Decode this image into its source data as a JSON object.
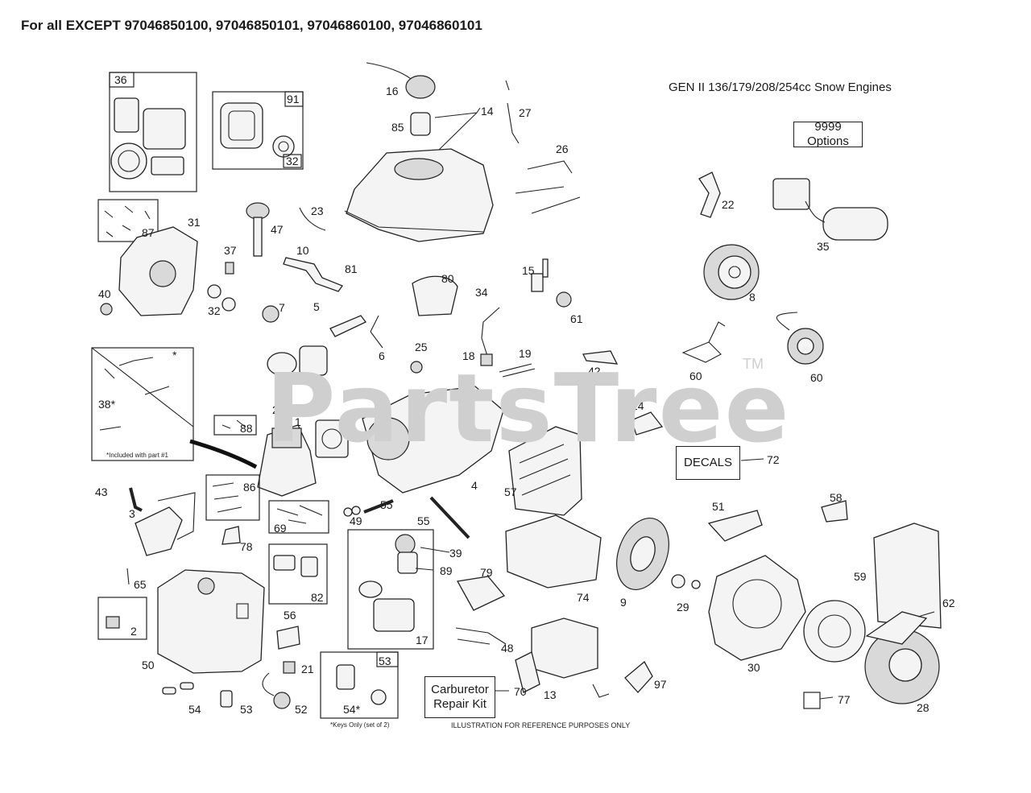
{
  "title": "For all EXCEPT 97046850100, 97046850101, 97046860100, 97046860101",
  "engine_title": "GEN II 136/179/208/254cc Snow Engines",
  "watermark": "PartsTree",
  "watermark_tm": "TM",
  "boxes": {
    "options": "9999  Options",
    "decals": "DECALS",
    "carb_kit_line1": "Carburetor",
    "carb_kit_line2": "Repair Kit"
  },
  "notes": {
    "included": "*Included with part #1",
    "keys_only": "*Keys Only (set of 2)",
    "reference": "ILLUSTRATION FOR REFERENCE PURPOSES ONLY"
  },
  "callouts": [
    {
      "id": "36",
      "label": "36"
    },
    {
      "id": "91",
      "label": "91"
    },
    {
      "id": "32a",
      "label": "32"
    },
    {
      "id": "16",
      "label": "16"
    },
    {
      "id": "14",
      "label": "14"
    },
    {
      "id": "85",
      "label": "85"
    },
    {
      "id": "27",
      "label": "27"
    },
    {
      "id": "26",
      "label": "26"
    },
    {
      "id": "22",
      "label": "22"
    },
    {
      "id": "35",
      "label": "35"
    },
    {
      "id": "23",
      "label": "23"
    },
    {
      "id": "47",
      "label": "47"
    },
    {
      "id": "31",
      "label": "31"
    },
    {
      "id": "87",
      "label": "87"
    },
    {
      "id": "37",
      "label": "37"
    },
    {
      "id": "10",
      "label": "10"
    },
    {
      "id": "81",
      "label": "81"
    },
    {
      "id": "80",
      "label": "80"
    },
    {
      "id": "15",
      "label": "15"
    },
    {
      "id": "40",
      "label": "40"
    },
    {
      "id": "32b",
      "label": "32"
    },
    {
      "id": "7",
      "label": "7"
    },
    {
      "id": "5",
      "label": "5"
    },
    {
      "id": "34",
      "label": "34"
    },
    {
      "id": "61",
      "label": "61"
    },
    {
      "id": "8",
      "label": "8"
    },
    {
      "id": "6",
      "label": "6"
    },
    {
      "id": "25",
      "label": "25"
    },
    {
      "id": "18",
      "label": "18"
    },
    {
      "id": "19",
      "label": "19"
    },
    {
      "id": "42",
      "label": "42"
    },
    {
      "id": "60a",
      "label": "60"
    },
    {
      "id": "60b",
      "label": "60"
    },
    {
      "id": "38",
      "label": "38*"
    },
    {
      "id": "star",
      "label": "*"
    },
    {
      "id": "20",
      "label": "20"
    },
    {
      "id": "24",
      "label": "24"
    },
    {
      "id": "88",
      "label": "88"
    },
    {
      "id": "1",
      "label": "1"
    },
    {
      "id": "72",
      "label": "72"
    },
    {
      "id": "4",
      "label": "4"
    },
    {
      "id": "57",
      "label": "57"
    },
    {
      "id": "43",
      "label": "43"
    },
    {
      "id": "86",
      "label": "86"
    },
    {
      "id": "55a",
      "label": "55"
    },
    {
      "id": "55b",
      "label": "55"
    },
    {
      "id": "3",
      "label": "3"
    },
    {
      "id": "69",
      "label": "69"
    },
    {
      "id": "49",
      "label": "49"
    },
    {
      "id": "51",
      "label": "51"
    },
    {
      "id": "58",
      "label": "58"
    },
    {
      "id": "78",
      "label": "78"
    },
    {
      "id": "39",
      "label": "39"
    },
    {
      "id": "79",
      "label": "79"
    },
    {
      "id": "89",
      "label": "89"
    },
    {
      "id": "59",
      "label": "59"
    },
    {
      "id": "65",
      "label": "65"
    },
    {
      "id": "74",
      "label": "74"
    },
    {
      "id": "82",
      "label": "82"
    },
    {
      "id": "9",
      "label": "9"
    },
    {
      "id": "29",
      "label": "29"
    },
    {
      "id": "62",
      "label": "62"
    },
    {
      "id": "2",
      "label": "2"
    },
    {
      "id": "56",
      "label": "56"
    },
    {
      "id": "17",
      "label": "17"
    },
    {
      "id": "48",
      "label": "48"
    },
    {
      "id": "30",
      "label": "30"
    },
    {
      "id": "50",
      "label": "50"
    },
    {
      "id": "21",
      "label": "21"
    },
    {
      "id": "53a",
      "label": "53"
    },
    {
      "id": "13",
      "label": "13"
    },
    {
      "id": "97",
      "label": "97"
    },
    {
      "id": "70",
      "label": "70"
    },
    {
      "id": "77",
      "label": "77"
    },
    {
      "id": "54a",
      "label": "54"
    },
    {
      "id": "53b",
      "label": "53"
    },
    {
      "id": "52",
      "label": "52"
    },
    {
      "id": "54b",
      "label": "54*"
    },
    {
      "id": "28",
      "label": "28"
    }
  ]
}
